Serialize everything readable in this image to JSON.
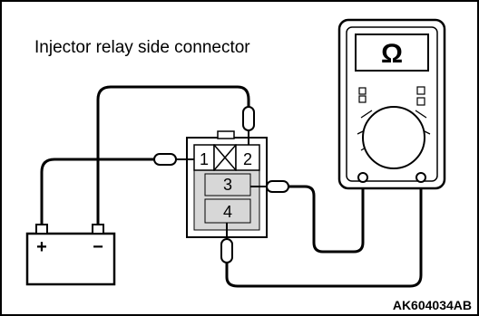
{
  "diagram": {
    "caption": "Injector relay side connector",
    "figure_code": "AK604034AB",
    "meter_symbol": "Ω",
    "pins": {
      "pin1": "1",
      "pin2": "2",
      "pin3": "3",
      "pin4": "4"
    },
    "battery": {
      "plus": "+",
      "minus": "−"
    }
  }
}
